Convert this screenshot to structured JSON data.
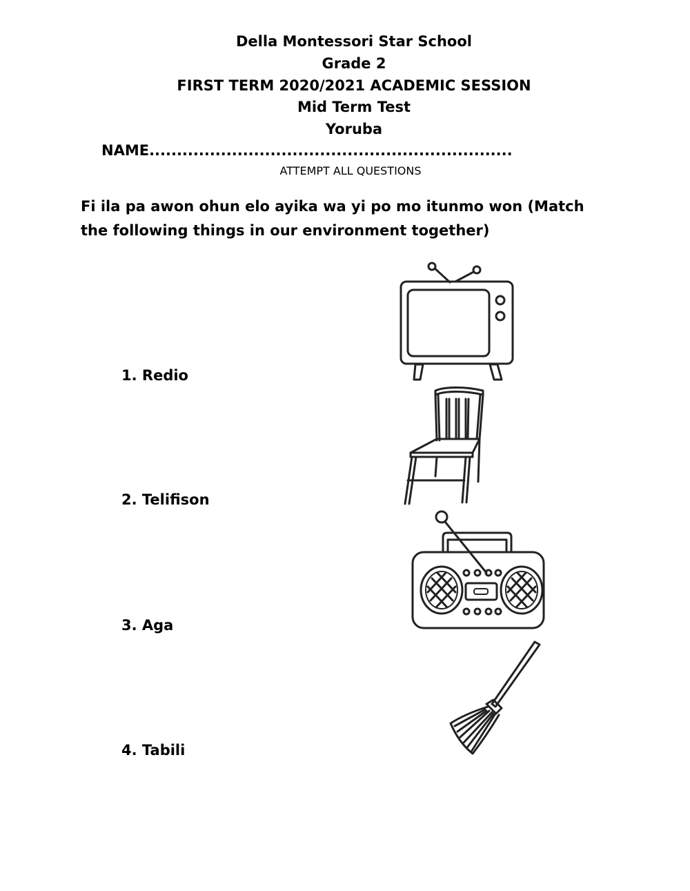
{
  "header": {
    "school": "Della Montessori Star School",
    "grade": "Grade 2",
    "term": "FIRST TERM 2020/2021 ACADEMIC SESSION",
    "test": "Mid Term Test",
    "subject": "Yoruba"
  },
  "name_line": "NAME..................................................................",
  "attempt": "ATTEMPT ALL QUESTIONS",
  "instruction": "Fi ila pa awon ohun elo ayika wa yi po mo itunmo won (Match the following things in our environment together)",
  "items": [
    {
      "label": "1. Redio"
    },
    {
      "label": "2. Telifison"
    },
    {
      "label": "3. Aga"
    },
    {
      "label": "4. Tabili"
    }
  ],
  "pictures": [
    "television-icon",
    "chair-icon",
    "radio-icon",
    "broom-icon"
  ]
}
